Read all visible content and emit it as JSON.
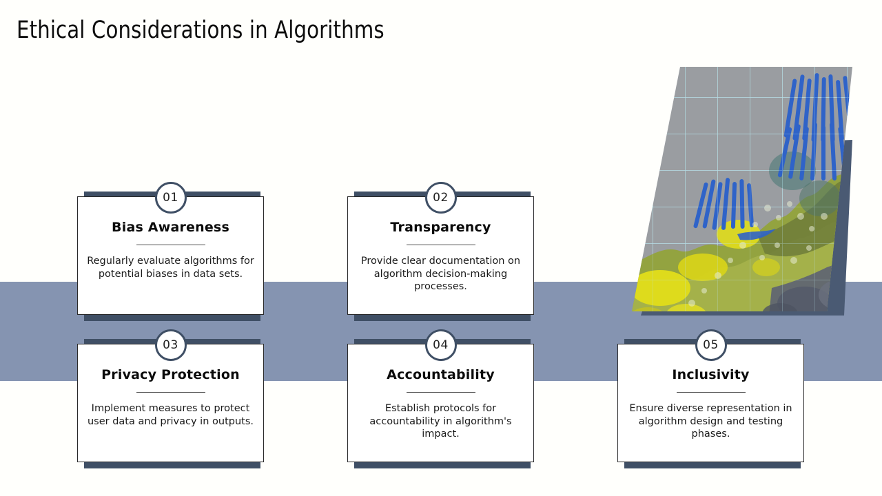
{
  "slide": {
    "title": "Ethical Considerations in Algorithms",
    "background_color": "#fffffc",
    "band_color": "#8594b1",
    "accent_color": "#3f4f65"
  },
  "cards": [
    {
      "number": "01",
      "title": "Bias Awareness",
      "body": "Regularly evaluate algorithms for potential biases in data sets."
    },
    {
      "number": "02",
      "title": "Transparency",
      "body": "Provide clear documentation on algorithm decision-making processes."
    },
    {
      "number": "03",
      "title": "Privacy Protection",
      "body": "Implement measures to protect user data and privacy in outputs."
    },
    {
      "number": "04",
      "title": "Accountability",
      "body": "Establish protocols for accountability in algorithm's impact."
    },
    {
      "number": "05",
      "title": "Inclusivity",
      "body": "Ensure diverse representation in algorithm design and testing phases."
    }
  ],
  "artwork": {
    "name": "coral-texture-photo",
    "shadow_color": "#4a5a73",
    "base_color": "#9a9da1",
    "grid_color": "#bfe3ea",
    "accent_blue": "#2f63c8",
    "accent_yellow": "#d8d419",
    "accent_green": "#8b9a3c"
  }
}
